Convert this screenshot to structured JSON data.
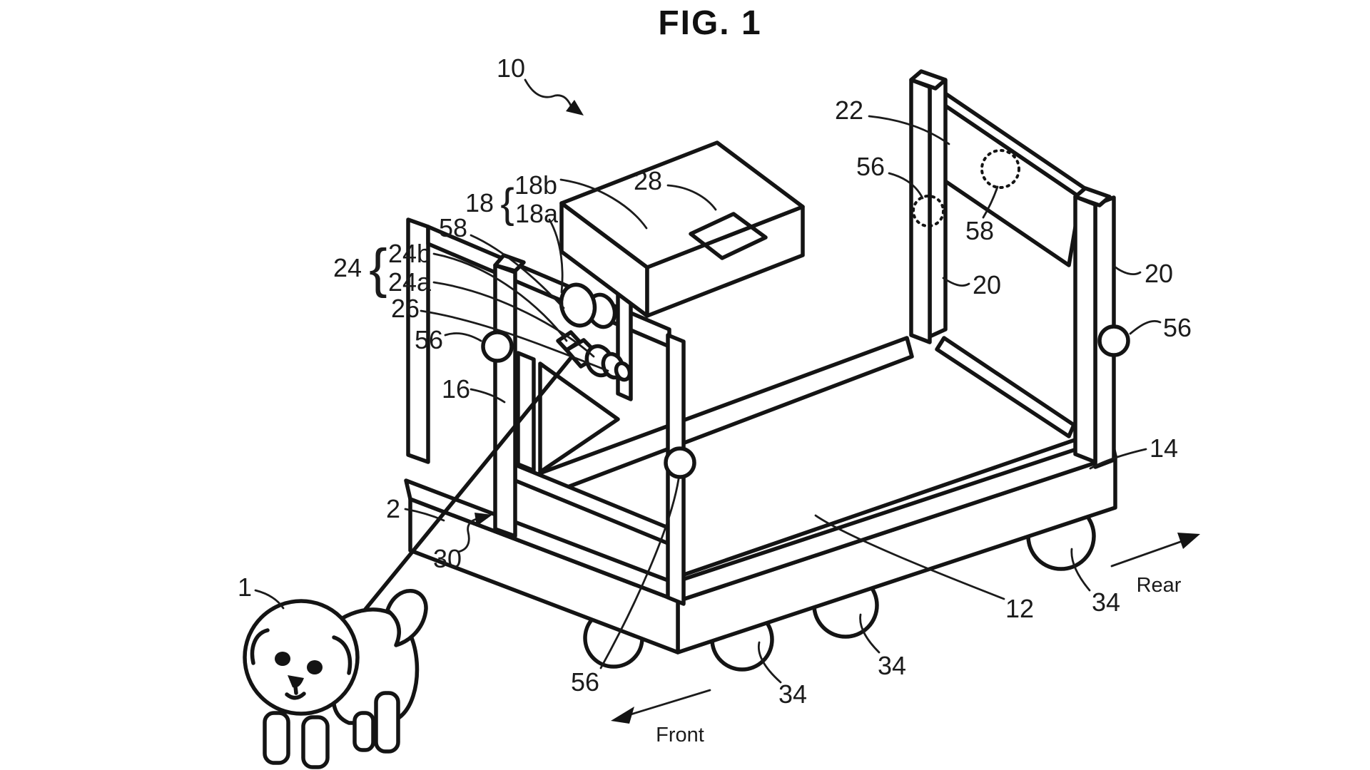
{
  "figure": {
    "title": "FIG. 1",
    "type": "patent-line-drawing",
    "subject": "dog walking cart with leash, rear gate, console and casters"
  },
  "direction_arrows": {
    "front": "Front",
    "rear": "Rear"
  },
  "braces": {
    "b24": "{",
    "b18": "{"
  },
  "reference_labels": [
    {
      "id": "ref-10-system",
      "text": "10"
    },
    {
      "id": "ref-22-rear-panel",
      "text": "22"
    },
    {
      "id": "ref-56-rear-left",
      "text": "56"
    },
    {
      "id": "ref-58-rear-camera",
      "text": "58"
    },
    {
      "id": "ref-20-left-post",
      "text": "20"
    },
    {
      "id": "ref-20-right-post",
      "text": "20"
    },
    {
      "id": "ref-56-right",
      "text": "56"
    },
    {
      "id": "ref-14-side-rail",
      "text": "14"
    },
    {
      "id": "ref-12-bed",
      "text": "12"
    },
    {
      "id": "ref-34-wheel-rear",
      "text": "34"
    },
    {
      "id": "ref-34-wheel-mid",
      "text": "34"
    },
    {
      "id": "ref-34-wheel-front",
      "text": "34"
    },
    {
      "id": "ref-56-front-corner",
      "text": "56"
    },
    {
      "id": "ref-2-leash",
      "text": "2"
    },
    {
      "id": "ref-30-cart-body",
      "text": "30"
    },
    {
      "id": "ref-1-dog",
      "text": "1"
    },
    {
      "id": "ref-16-front-wall",
      "text": "16"
    },
    {
      "id": "ref-56-left-post",
      "text": "56"
    },
    {
      "id": "ref-26-leash-guide",
      "text": "26"
    },
    {
      "id": "ref-24a-reel",
      "text": "24a"
    },
    {
      "id": "ref-24b-reel",
      "text": "24b"
    },
    {
      "id": "ref-24-group",
      "text": "24"
    },
    {
      "id": "ref-18-group",
      "text": "18"
    },
    {
      "id": "ref-18a-panel",
      "text": "18a"
    },
    {
      "id": "ref-18b-panel",
      "text": "18b"
    },
    {
      "id": "ref-58-front-camera",
      "text": "58"
    },
    {
      "id": "ref-28-console",
      "text": "28"
    }
  ]
}
